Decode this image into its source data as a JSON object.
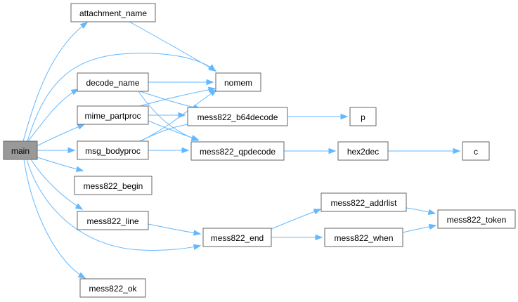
{
  "nodes": [
    {
      "id": "main",
      "label": "main"
    },
    {
      "id": "attachment_name",
      "label": "attachment_name"
    },
    {
      "id": "decode_name",
      "label": "decode_name"
    },
    {
      "id": "mime_partproc",
      "label": "mime_partproc"
    },
    {
      "id": "msg_bodyproc",
      "label": "msg_bodyproc"
    },
    {
      "id": "mess822_begin",
      "label": "mess822_begin"
    },
    {
      "id": "mess822_line",
      "label": "mess822_line"
    },
    {
      "id": "mess822_ok",
      "label": "mess822_ok"
    },
    {
      "id": "nomem",
      "label": "nomem"
    },
    {
      "id": "mess822_b64decode",
      "label": "mess822_b64decode"
    },
    {
      "id": "mess822_qpdecode",
      "label": "mess822_qpdecode"
    },
    {
      "id": "mess822_end",
      "label": "mess822_end"
    },
    {
      "id": "p",
      "label": "p"
    },
    {
      "id": "hex2dec",
      "label": "hex2dec"
    },
    {
      "id": "c",
      "label": "c"
    },
    {
      "id": "mess822_addrlist",
      "label": "mess822_addrlist"
    },
    {
      "id": "mess822_when",
      "label": "mess822_when"
    },
    {
      "id": "mess822_token",
      "label": "mess822_token"
    }
  ],
  "edges": [
    [
      "main",
      "attachment_name"
    ],
    [
      "main",
      "nomem"
    ],
    [
      "main",
      "decode_name"
    ],
    [
      "main",
      "mime_partproc"
    ],
    [
      "main",
      "msg_bodyproc"
    ],
    [
      "main",
      "mess822_begin"
    ],
    [
      "main",
      "mess822_line"
    ],
    [
      "main",
      "mess822_end"
    ],
    [
      "main",
      "mess822_ok"
    ],
    [
      "attachment_name",
      "nomem"
    ],
    [
      "decode_name",
      "nomem"
    ],
    [
      "decode_name",
      "mess822_b64decode"
    ],
    [
      "decode_name",
      "mess822_qpdecode"
    ],
    [
      "mime_partproc",
      "nomem"
    ],
    [
      "mime_partproc",
      "mess822_b64decode"
    ],
    [
      "mime_partproc",
      "mess822_qpdecode"
    ],
    [
      "msg_bodyproc",
      "nomem"
    ],
    [
      "msg_bodyproc",
      "mess822_b64decode"
    ],
    [
      "msg_bodyproc",
      "mess822_qpdecode"
    ],
    [
      "mess822_b64decode",
      "p"
    ],
    [
      "mess822_qpdecode",
      "hex2dec"
    ],
    [
      "hex2dec",
      "c"
    ],
    [
      "mess822_line",
      "mess822_end"
    ],
    [
      "mess822_end",
      "mess822_addrlist"
    ],
    [
      "mess822_end",
      "mess822_when"
    ],
    [
      "mess822_addrlist",
      "mess822_token"
    ],
    [
      "mess822_when",
      "mess822_token"
    ]
  ],
  "colors": {
    "edge": "#63b8ff",
    "node_border": "#666666",
    "node_fill": "#ffffff",
    "root_fill": "#999999"
  }
}
